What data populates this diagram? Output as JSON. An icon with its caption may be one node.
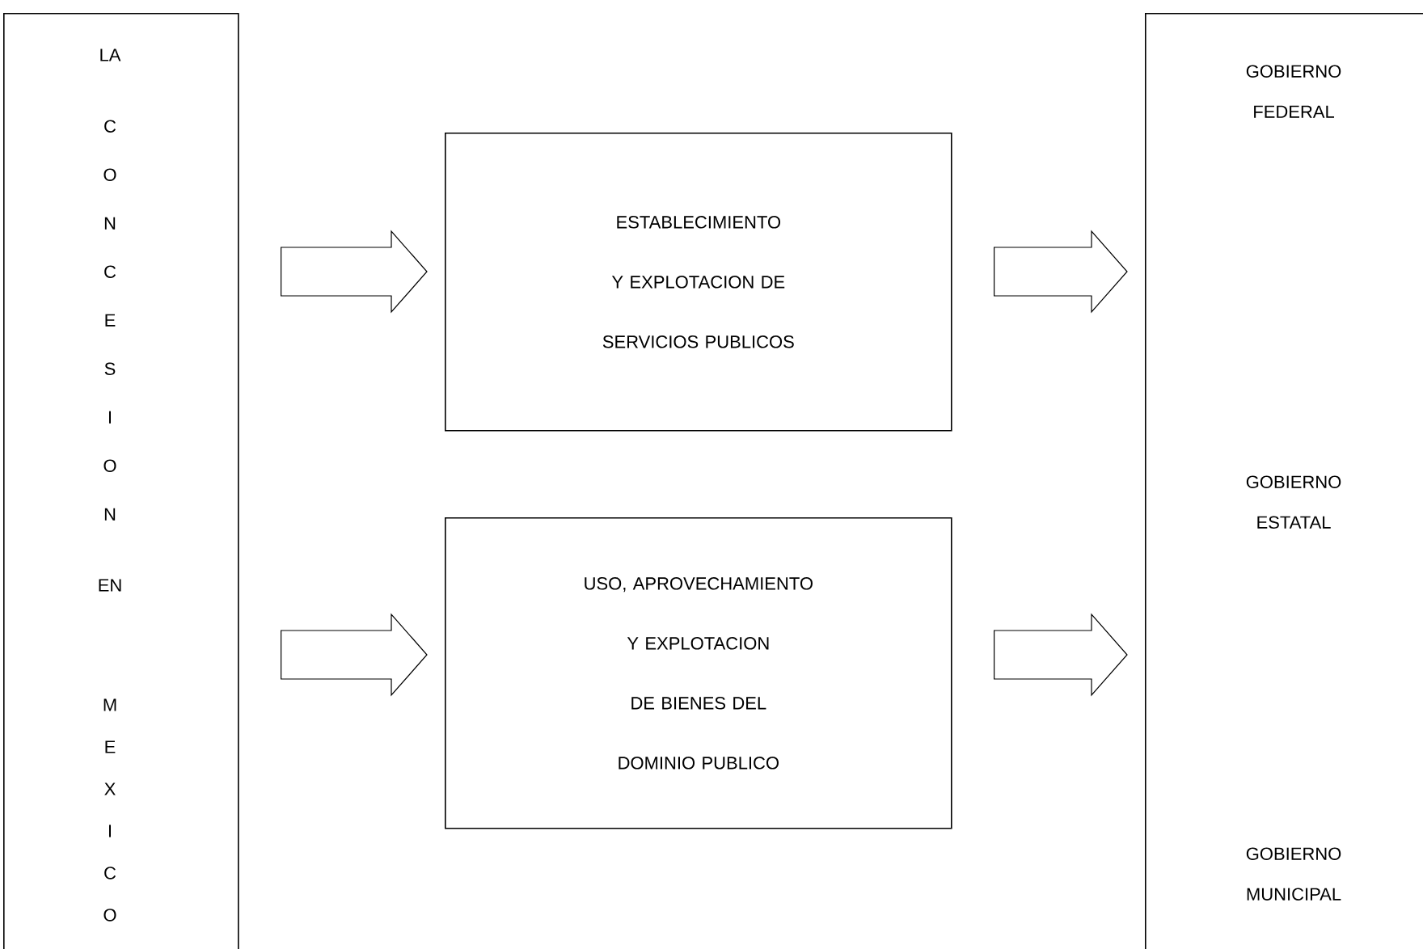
{
  "diagram": {
    "nodes": [
      {
        "text": [
          "LA",
          "C O N C E S I O N",
          "EN",
          "M E X I C O"
        ]
      },
      {
        "text": [
          "ESTABLECIMIENTO Y EXPLOTACION DE SERVICIOS PUBLICOS"
        ]
      },
      {
        "text": [
          "USO, APROVECHAMIENTO Y EXPLOTACION DE BIENES DEL DOMINIO PUBLICO"
        ]
      },
      {
        "text": [
          "GOBIERNO FEDERAL",
          "GOBIERNO ESTATAL",
          "GOBIERNO MUNICIPAL"
        ]
      }
    ],
    "edges": [
      {
        "from": 0,
        "to": 1,
        "arrow": "to"
      },
      {
        "from": 0,
        "to": 2,
        "arrow": "to"
      },
      {
        "from": 1,
        "to": 3,
        "arrow": "to"
      },
      {
        "from": 2,
        "to": 3,
        "arrow": "to"
      }
    ]
  }
}
